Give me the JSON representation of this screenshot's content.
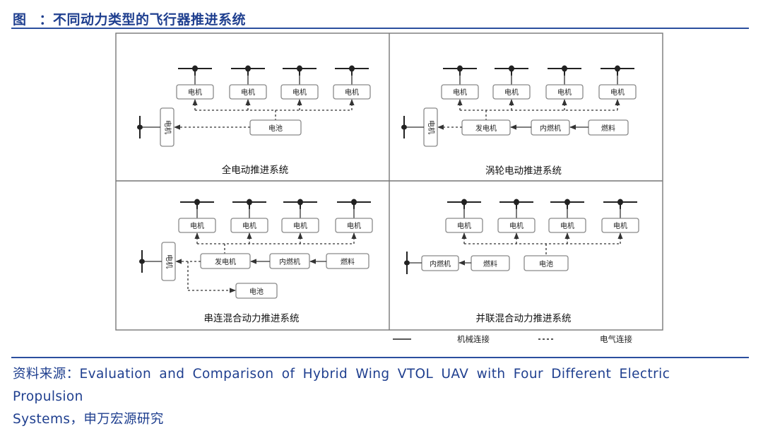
{
  "header": {
    "figure_label": "图",
    "colon": "：",
    "title": "不同动力类型的飞行器推进系统"
  },
  "panels": {
    "all_electric": {
      "caption": "全电动推进系统",
      "motors": [
        "电机",
        "电机",
        "电机",
        "电机"
      ],
      "side_motor": "电机",
      "battery": "电池"
    },
    "turbo_electric": {
      "caption": "涡轮电动推进系统",
      "motors": [
        "电机",
        "电机",
        "电机",
        "电机"
      ],
      "side_motor": "电机",
      "generator": "发电机",
      "ice": "内燃机",
      "fuel": "燃料"
    },
    "series_hybrid": {
      "caption": "串连混合动力推进系统",
      "motors": [
        "电机",
        "电机",
        "电机",
        "电机"
      ],
      "side_motor": "电机",
      "generator": "发电机",
      "ice": "内燃机",
      "fuel": "燃料",
      "battery": "电池"
    },
    "parallel_hybrid": {
      "caption": "并联混合动力推进系统",
      "motors": [
        "电机",
        "电机",
        "电机",
        "电机"
      ],
      "ice": "内燃机",
      "fuel": "燃料",
      "battery": "电池"
    }
  },
  "legend": {
    "mechanical": "机械连接",
    "electrical": "电气连接"
  },
  "source": {
    "line1": "资料来源：Evaluation and Comparison of Hybrid Wing VTOL UAV with Four Different Electric Propulsion",
    "line2": "Systems，申万宏源研究"
  }
}
